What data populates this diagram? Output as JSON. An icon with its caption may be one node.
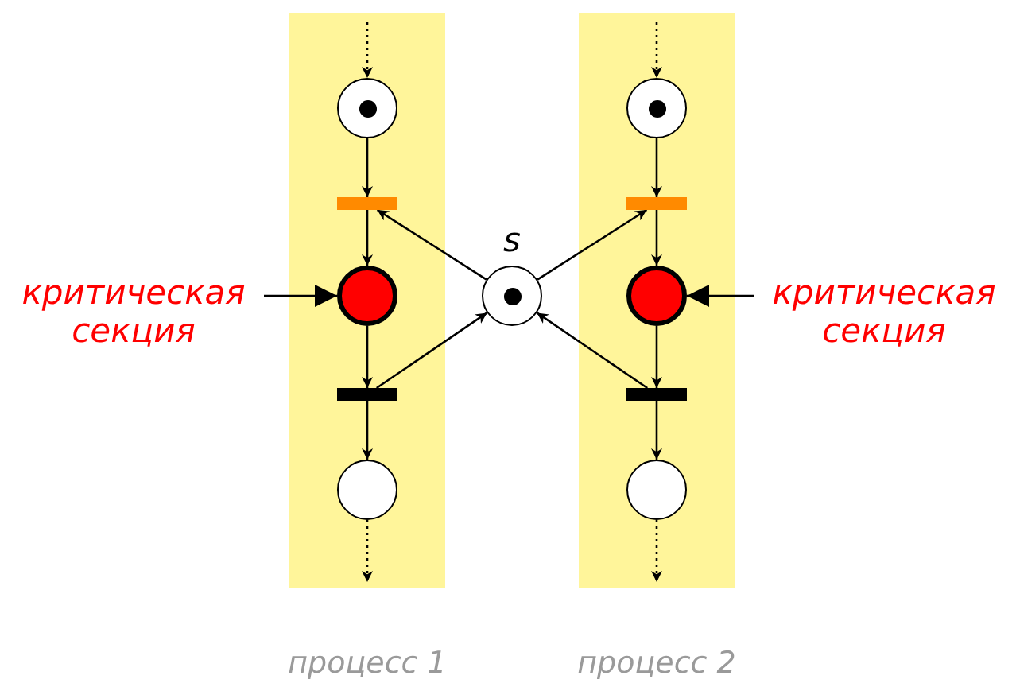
{
  "diagram": {
    "nodes": [
      {
        "text": [
          "процесс 1"
        ]
      },
      {
        "text": [],
        "shape": "circle",
        "in": 0
      },
      {
        "text": [],
        "shape": "bar",
        "in": 0
      },
      {
        "text": [],
        "shape": "circle",
        "in": 0
      },
      {
        "text": [],
        "shape": "bar",
        "in": 0
      },
      {
        "text": [],
        "shape": "circle",
        "in": 0
      },
      {
        "text": [
          "процесс 2"
        ]
      },
      {
        "text": [],
        "shape": "circle",
        "in": 6
      },
      {
        "text": [],
        "shape": "bar",
        "in": 6
      },
      {
        "text": [],
        "shape": "circle",
        "in": 6
      },
      {
        "text": [],
        "shape": "bar",
        "in": 6
      },
      {
        "text": [],
        "shape": "circle",
        "in": 6
      },
      {
        "text": [
          "s"
        ]
      },
      {
        "text": [
          "критическая секция"
        ]
      },
      {
        "text": [
          "критическая секция"
        ]
      }
    ],
    "edges": [
      {
        "from": null,
        "to": 1,
        "arrow": "to",
        "style": "dashed"
      },
      {
        "from": 1,
        "to": 2,
        "arrow": "to"
      },
      {
        "from": 2,
        "to": 3,
        "arrow": "to"
      },
      {
        "from": 3,
        "to": 4,
        "arrow": "to"
      },
      {
        "from": 4,
        "to": 5,
        "arrow": "to"
      },
      {
        "from": 5,
        "to": null,
        "arrow": "to",
        "style": "dashed"
      },
      {
        "from": null,
        "to": 7,
        "arrow": "to",
        "style": "dashed"
      },
      {
        "from": 7,
        "to": 8,
        "arrow": "to"
      },
      {
        "from": 8,
        "to": 9,
        "arrow": "to"
      },
      {
        "from": 9,
        "to": 10,
        "arrow": "to"
      },
      {
        "from": 10,
        "to": 11,
        "arrow": "to"
      },
      {
        "from": 11,
        "to": null,
        "arrow": "to",
        "style": "dashed"
      },
      {
        "from": 12,
        "to": 2,
        "arrow": "to"
      },
      {
        "from": 4,
        "to": 12,
        "arrow": "to"
      },
      {
        "from": 12,
        "to": 8,
        "arrow": "to"
      },
      {
        "from": 10,
        "to": 12,
        "arrow": "to"
      },
      {
        "from": 13,
        "to": 3,
        "arrow": "to"
      },
      {
        "from": 14,
        "to": 9,
        "arrow": "to"
      }
    ]
  }
}
